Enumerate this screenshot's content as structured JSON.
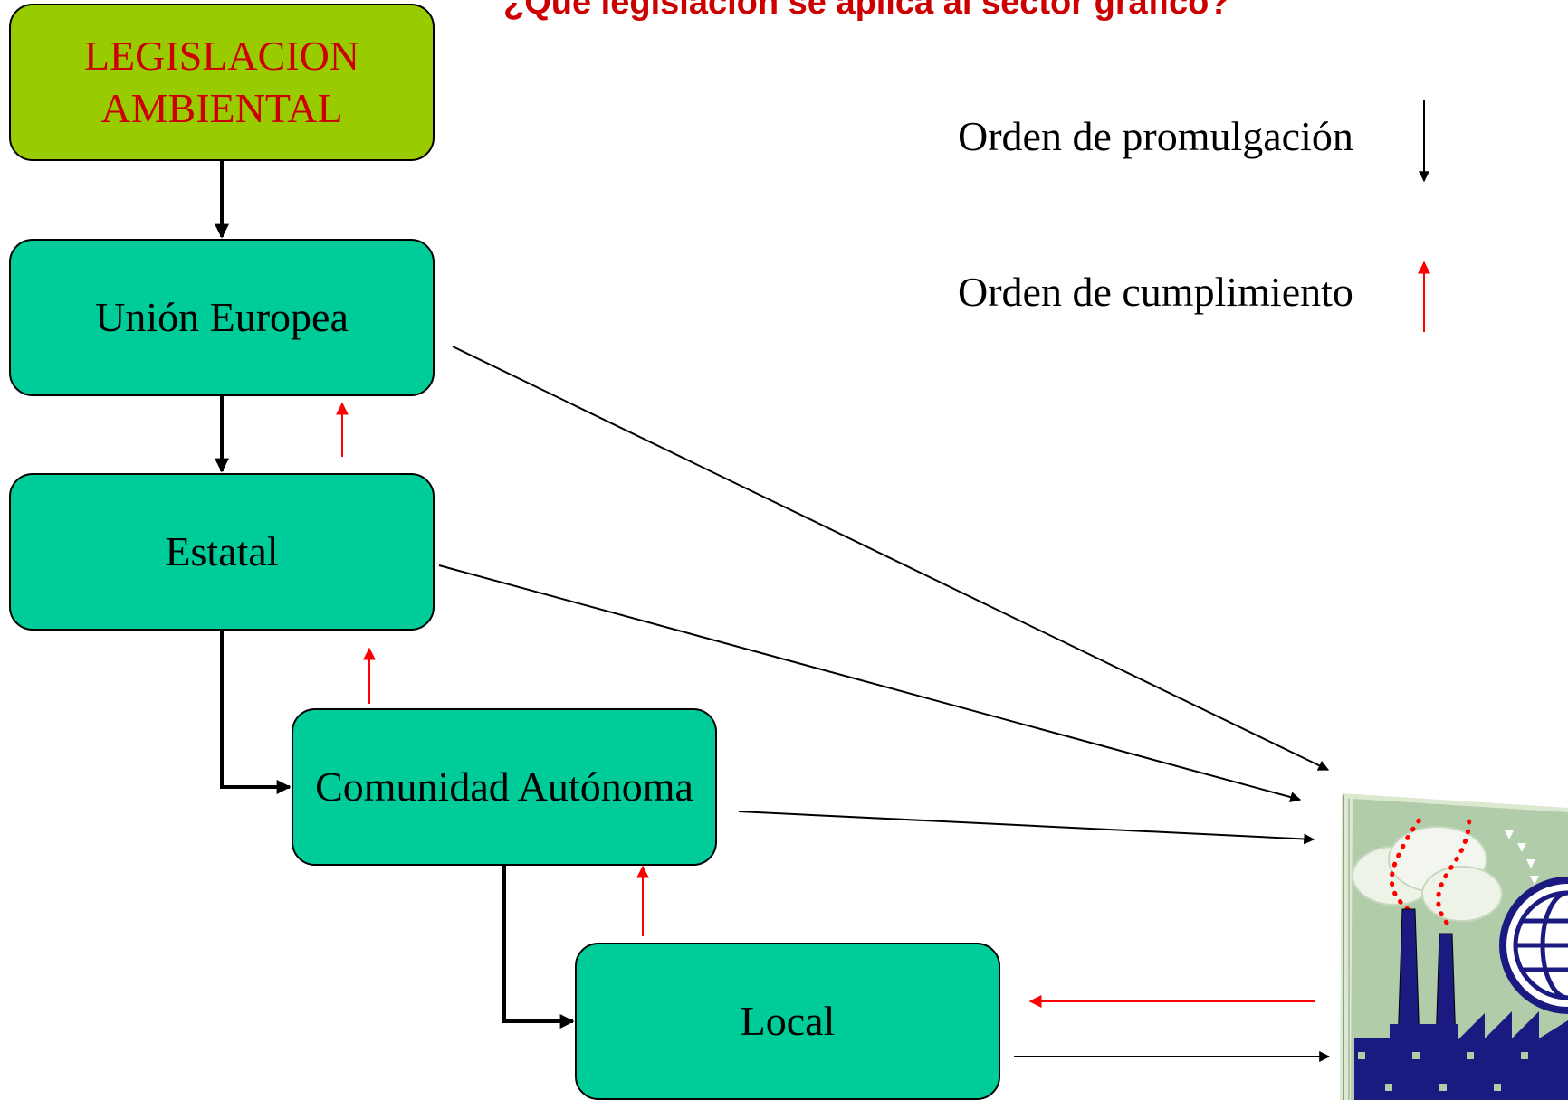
{
  "title": "¿Que legislación se aplica al sector gráfico?",
  "nodes": {
    "root": "LEGISLACION AMBIENTAL",
    "eu": "Unión Europea",
    "state": "Estatal",
    "region": "Comunidad Autónoma",
    "local": "Local"
  },
  "legend": {
    "promulgation": "Orden de promulgación",
    "compliance": "Orden de cumplimiento"
  },
  "colors": {
    "title": "#cc0000",
    "root_fill": "#99cc00",
    "root_text": "#cc0000",
    "node_fill": "#00cc99",
    "promulgation_arrow": "#000000",
    "compliance_arrow": "#ff0000"
  },
  "factory": {
    "icon": "factory-icon",
    "globe_icon": "globe-icon"
  }
}
